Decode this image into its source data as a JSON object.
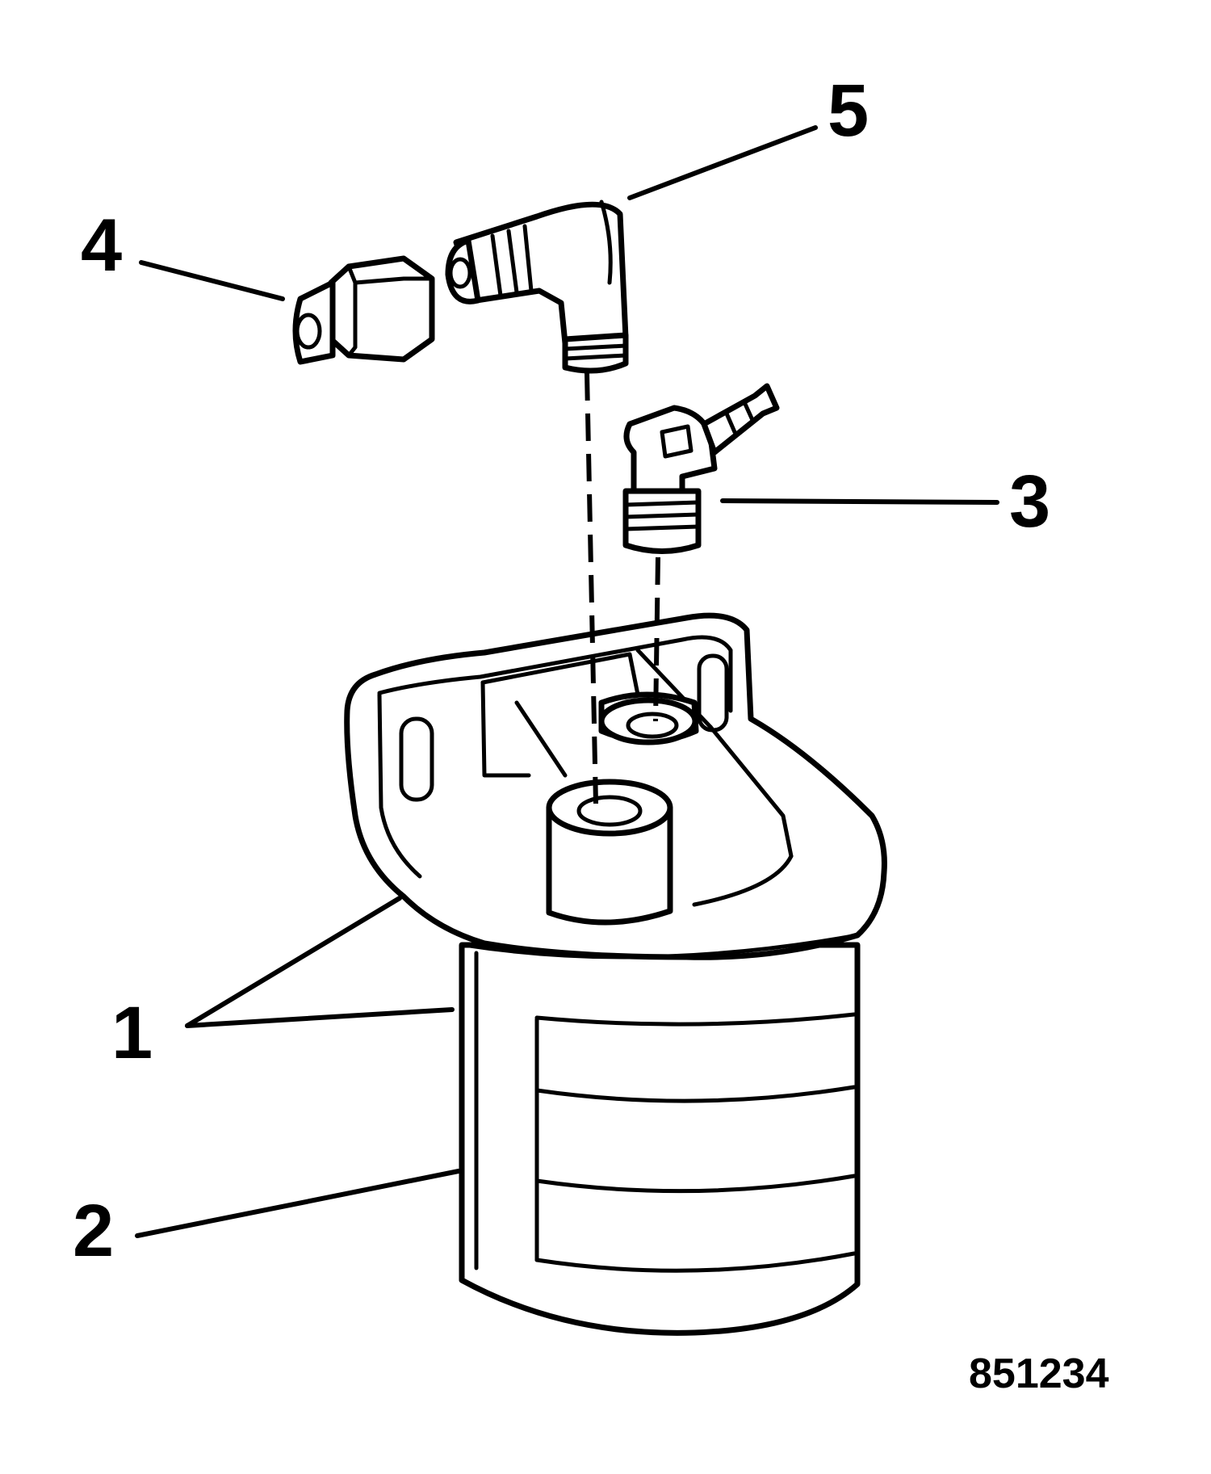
{
  "callouts": [
    {
      "id": "1",
      "part": "filter-assembly"
    },
    {
      "id": "2",
      "part": "filter-bowl"
    },
    {
      "id": "3",
      "part": "hose-barb-elbow"
    },
    {
      "id": "4",
      "part": "flare-nut"
    },
    {
      "id": "5",
      "part": "elbow-fitting"
    }
  ],
  "figure_id": "851234",
  "colors": {
    "ink": "#000000",
    "paper": "#ffffff"
  }
}
